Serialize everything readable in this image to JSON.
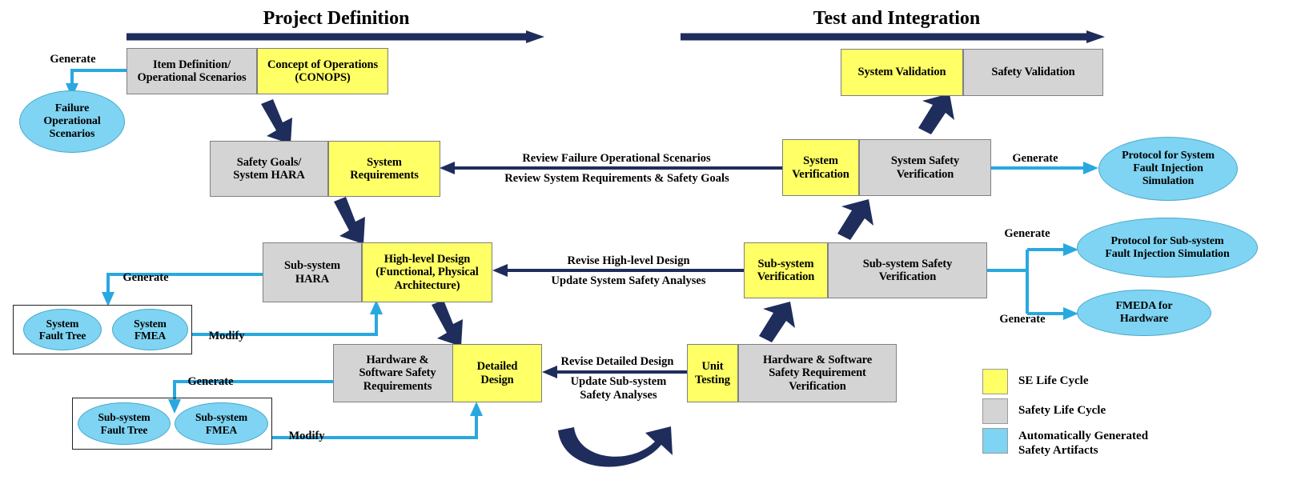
{
  "diagram": {
    "title_left": "Project Definition",
    "title_right": "Test and Integration"
  },
  "left_branch": {
    "row1": {
      "safety": "Item Definition/\nOperational Scenarios",
      "se": "Concept of Operations\n(CONOPS)"
    },
    "row2": {
      "safety": "Safety Goals/\nSystem HARA",
      "se": "System\nRequirements"
    },
    "row3": {
      "safety": "Sub-system\nHARA",
      "se": "High-level Design\n(Functional, Physical\nArchitecture)"
    },
    "row4": {
      "safety": "Hardware &\nSoftware Safety\nRequirements",
      "se": "Detailed\nDesign"
    }
  },
  "right_branch": {
    "row1": {
      "se": "System Validation",
      "safety": "Safety Validation"
    },
    "row2": {
      "se": "System\nVerification",
      "safety": "System Safety\nVerification"
    },
    "row3": {
      "se": "Sub-system\nVerification",
      "safety": "Sub-system Safety\nVerification"
    },
    "row4": {
      "se": "Unit\nTesting",
      "safety": "Hardware & Software\nSafety Requirement\nVerification"
    }
  },
  "artifacts": {
    "failure_operational_scenarios": "Failure\nOperational\nScenarios",
    "system_fault_tree": "System\nFault Tree",
    "system_fmea": "System\nFMEA",
    "subsystem_fault_tree": "Sub-system\nFault Tree",
    "subsystem_fmea": "Sub-system\nFMEA",
    "protocol_system": "Protocol for System\nFault Injection\nSimulation",
    "protocol_subsystem": "Protocol for Sub-system\nFault Injection Simulation",
    "fmeda_hardware": "FMEDA for\nHardware"
  },
  "edge_labels": {
    "generate_1": "Generate",
    "generate_2": "Generate",
    "generate_3": "Generate",
    "generate_4": "Generate",
    "generate_5": "Generate",
    "generate_6": "Generate",
    "modify_1": "Modify",
    "modify_2": "Modify",
    "review_failure_scenarios": "Review Failure Operational Scenarios",
    "review_system_requirements": "Review System Requirements & Safety Goals",
    "revise_highlevel_design": "Revise High-level Design",
    "update_system_safety_analyses": "Update System Safety Analyses",
    "revise_detailed_design": "Revise Detailed Design",
    "update_subsystem_safety_analyses": "Update Sub-system\nSafety Analyses"
  },
  "legend": {
    "items": [
      {
        "label": "SE Life Cycle",
        "color": "#ffff66"
      },
      {
        "label": "Safety Life Cycle",
        "color": "#d4d4d4"
      },
      {
        "label": "Automatically Generated\nSafety Artifacts",
        "color": "#7ed4f2"
      }
    ]
  },
  "colors": {
    "se_yellow": "#ffff66",
    "safety_gray": "#d4d4d4",
    "artifact_blue": "#7ed4f2",
    "flow_navy": "#1f2d5c",
    "generate_blue": "#29a8e0"
  }
}
